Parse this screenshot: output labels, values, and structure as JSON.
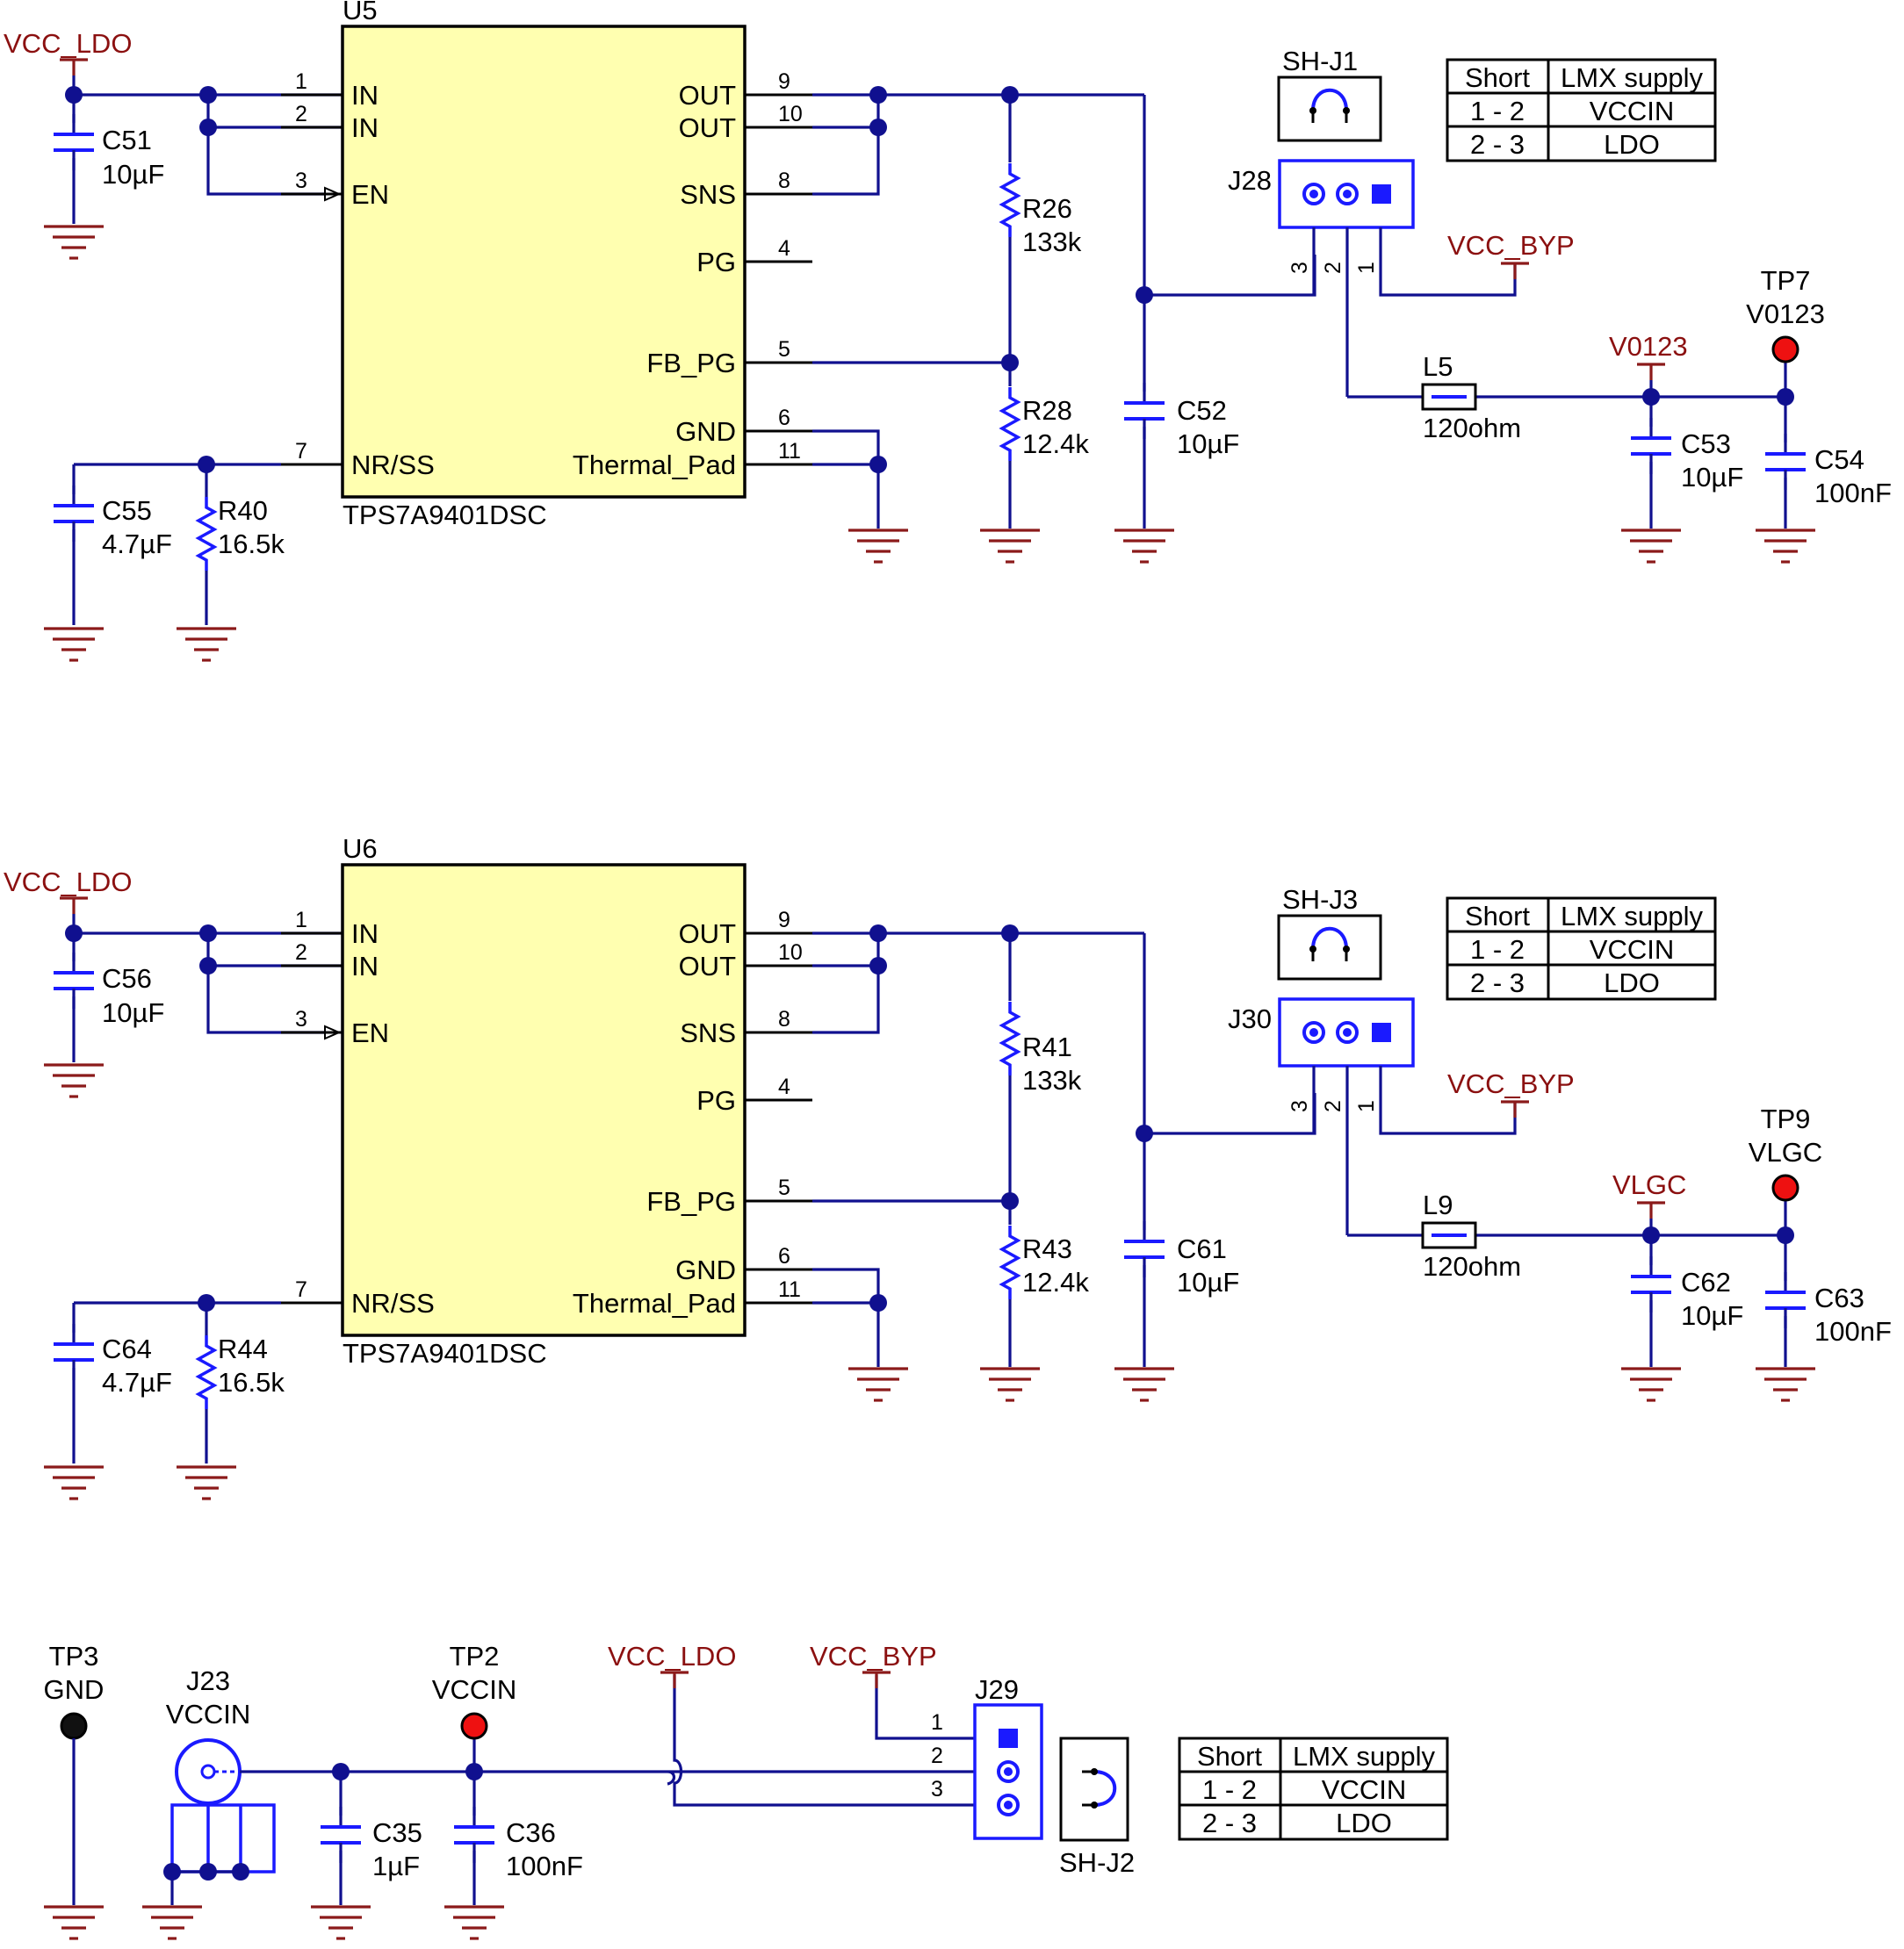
{
  "power_nets": {
    "vcc_ldo": "VCC_LDO",
    "vcc_byp": "VCC_BYP",
    "v0123": "V0123",
    "vlgc": "VLGC"
  },
  "table": {
    "col_short": "Short",
    "col_supply": "LMX supply",
    "row1_pins": "1 - 2",
    "row1_supply": "VCCIN",
    "row2_pins": "2 - 3",
    "row2_supply": "LDO"
  },
  "channels": [
    {
      "chip_ref": "U5",
      "chip_part": "TPS7A9401DSC",
      "chip_pins_left": [
        "IN",
        "IN",
        "EN",
        "NR/SS"
      ],
      "chip_pins_right": [
        "OUT",
        "OUT",
        "SNS",
        "PG",
        "FB_PG",
        "GND",
        "Thermal_Pad"
      ],
      "pin_numbers": {
        "in1": "1",
        "in2": "2",
        "en": "3",
        "nrss": "7",
        "out1": "9",
        "out2": "10",
        "sns": "8",
        "pg": "4",
        "fbpg": "5",
        "gnd": "6",
        "tpad": "11"
      },
      "c_in": {
        "ref": "C51",
        "value": "10µF"
      },
      "c_ss": {
        "ref": "C55",
        "value": "4.7µF"
      },
      "r_ss": {
        "ref": "R40",
        "value": "16.5k"
      },
      "r_top": {
        "ref": "R26",
        "value": "133k"
      },
      "r_bot": {
        "ref": "R28",
        "value": "12.4k"
      },
      "c_out": {
        "ref": "C52",
        "value": "10µF"
      },
      "shunt": "SH-J1",
      "header": {
        "ref": "J28",
        "pins": [
          "3",
          "2",
          "1"
        ]
      },
      "bead": {
        "ref": "L5",
        "value": "120ohm"
      },
      "c_f1": {
        "ref": "C53",
        "value": "10µF"
      },
      "c_f2": {
        "ref": "C54",
        "value": "100nF"
      },
      "tp": {
        "ref": "TP7",
        "label": "V0123"
      },
      "rail": "V0123"
    },
    {
      "chip_ref": "U6",
      "chip_part": "TPS7A9401DSC",
      "chip_pins_left": [
        "IN",
        "IN",
        "EN",
        "NR/SS"
      ],
      "chip_pins_right": [
        "OUT",
        "OUT",
        "SNS",
        "PG",
        "FB_PG",
        "GND",
        "Thermal_Pad"
      ],
      "pin_numbers": {
        "in1": "1",
        "in2": "2",
        "en": "3",
        "nrss": "7",
        "out1": "9",
        "out2": "10",
        "sns": "8",
        "pg": "4",
        "fbpg": "5",
        "gnd": "6",
        "tpad": "11"
      },
      "c_in": {
        "ref": "C56",
        "value": "10µF"
      },
      "c_ss": {
        "ref": "C64",
        "value": "4.7µF"
      },
      "r_ss": {
        "ref": "R44",
        "value": "16.5k"
      },
      "r_top": {
        "ref": "R41",
        "value": "133k"
      },
      "r_bot": {
        "ref": "R43",
        "value": "12.4k"
      },
      "c_out": {
        "ref": "C61",
        "value": "10µF"
      },
      "shunt": "SH-J3",
      "header": {
        "ref": "J30",
        "pins": [
          "3",
          "2",
          "1"
        ]
      },
      "bead": {
        "ref": "L9",
        "value": "120ohm"
      },
      "c_f1": {
        "ref": "C62",
        "value": "10µF"
      },
      "c_f2": {
        "ref": "C63",
        "value": "100nF"
      },
      "tp": {
        "ref": "TP9",
        "label": "VLGC"
      },
      "rail": "VLGC"
    }
  ],
  "input": {
    "tp_gnd": {
      "ref": "TP3",
      "label": "GND"
    },
    "connector": {
      "ref": "J23",
      "label": "VCCIN"
    },
    "tp_vccin": {
      "ref": "TP2",
      "label": "VCCIN"
    },
    "c35": {
      "ref": "C35",
      "value": "1µF"
    },
    "c36": {
      "ref": "C36",
      "value": "100nF"
    },
    "header": {
      "ref": "J29",
      "pins": [
        "1",
        "2",
        "3"
      ]
    },
    "shunt": "SH-J2"
  },
  "colors": {
    "wire": "#10108f",
    "component": "#1a1aff",
    "chip_fill": "#ffffb0",
    "power_net": "#8b1010",
    "test_point_red": "#ee1111",
    "test_point_black": "#111111"
  }
}
